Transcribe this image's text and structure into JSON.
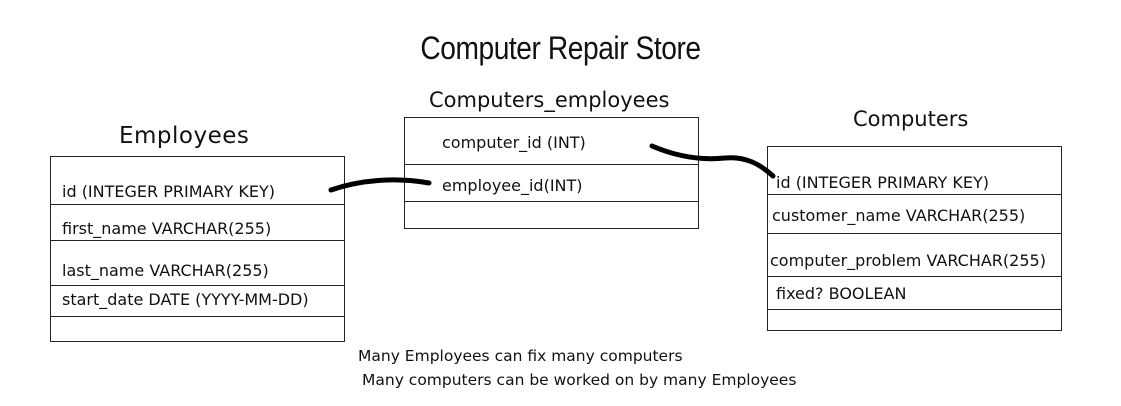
{
  "title": "Computer Repair Store",
  "tables": {
    "employees": {
      "name": "Employees",
      "fields": [
        "id (INTEGER PRIMARY KEY)",
        "first_name VARCHAR(255)",
        "last_name VARCHAR(255)",
        "start_date DATE (YYYY-MM-DD)",
        ""
      ]
    },
    "computers_employees": {
      "name": "Computers_employees",
      "fields": [
        "computer_id (INT)",
        "employee_id(INT)",
        ""
      ]
    },
    "computers": {
      "name": "Computers",
      "fields": [
        "id (INTEGER PRIMARY KEY)",
        "customer_name VARCHAR(255)",
        "computer_problem VARCHAR(255)",
        "fixed? BOOLEAN",
        ""
      ]
    }
  },
  "notes": [
    "Many Employees can fix many computers",
    "Many computers can be worked on by many Employees"
  ]
}
